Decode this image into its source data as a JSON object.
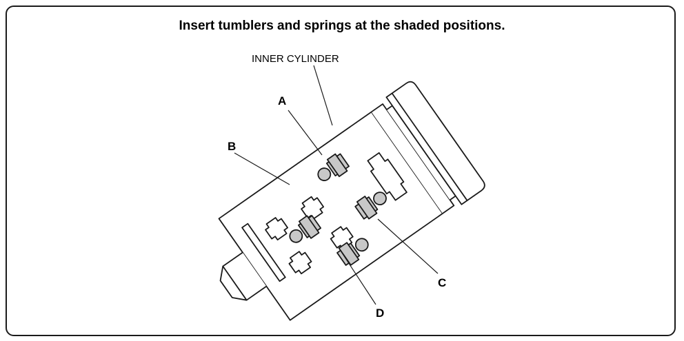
{
  "title": "Insert tumblers and springs at the shaded positions.",
  "labels": {
    "part": "INNER CYLINDER",
    "a": "A",
    "b": "B",
    "c": "C",
    "d": "D"
  },
  "colors": {
    "line": "#1a1a1a",
    "shade": "#c8c8c8",
    "background": "#ffffff"
  }
}
